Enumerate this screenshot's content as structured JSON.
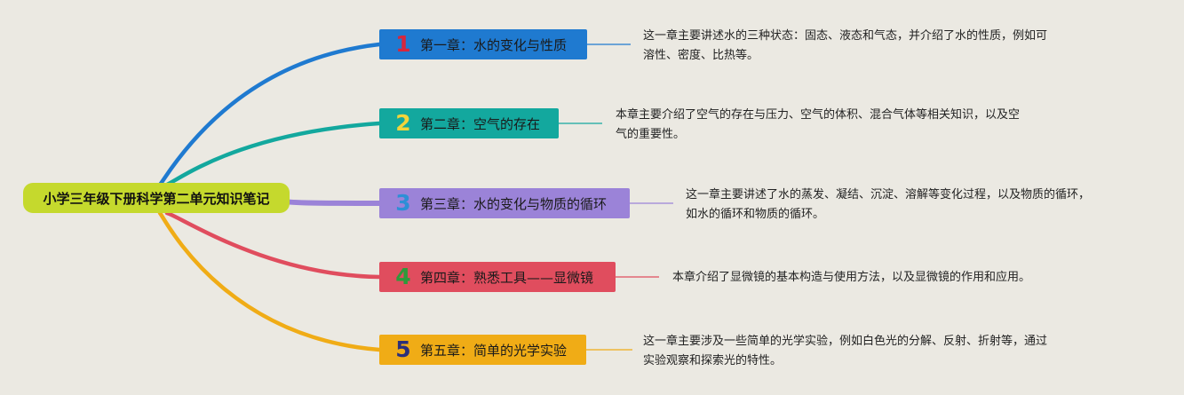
{
  "root": {
    "label": "小学三年级下册科学第二单元知识笔记"
  },
  "branches": [
    {
      "number": "1",
      "label": "第一章：水的变化与性质",
      "description": [
        "这一章主要讲述水的三种状态：固态、液态和气态，并介绍了水的性质，例如可",
        "溶性、密度、比热等。"
      ],
      "color": "#1f7ad0",
      "number_color": "#d7263d",
      "line_color": "#1f7ad0"
    },
    {
      "number": "2",
      "label": "第二章：空气的存在",
      "description": [
        "本章主要介绍了空气的存在与压力、空气的体积、混合气体等相关知识，以及空",
        "气的重要性。"
      ],
      "color": "#13a89e",
      "number_color": "#f2d43b",
      "line_color": "#13a89e"
    },
    {
      "number": "3",
      "label": "第三章：水的变化与物质的循环",
      "description": [
        "这一章主要讲述了水的蒸发、凝结、沉淀、溶解等变化过程，以及物质的循环，",
        "如水的循环和物质的循环。"
      ],
      "color": "#9b83d8",
      "number_color": "#2e8fd6",
      "line_color": "#9b83d8"
    },
    {
      "number": "4",
      "label": "第四章：熟悉工具——显微镜",
      "description": [
        "本章介绍了显微镜的基本构造与使用方法，以及显微镜的作用和应用。"
      ],
      "color": "#e04d5e",
      "number_color": "#2e9a3b",
      "line_color": "#e04d5e"
    },
    {
      "number": "5",
      "label": "第五章：简单的光学实验",
      "description": [
        "这一章主要涉及一些简单的光学实验，例如白色光的分解、反射、折射等，通过",
        "实验观察和探索光的特性。"
      ],
      "color": "#f0ac16",
      "number_color": "#2b2f7a",
      "line_color": "#f0ac16"
    }
  ]
}
